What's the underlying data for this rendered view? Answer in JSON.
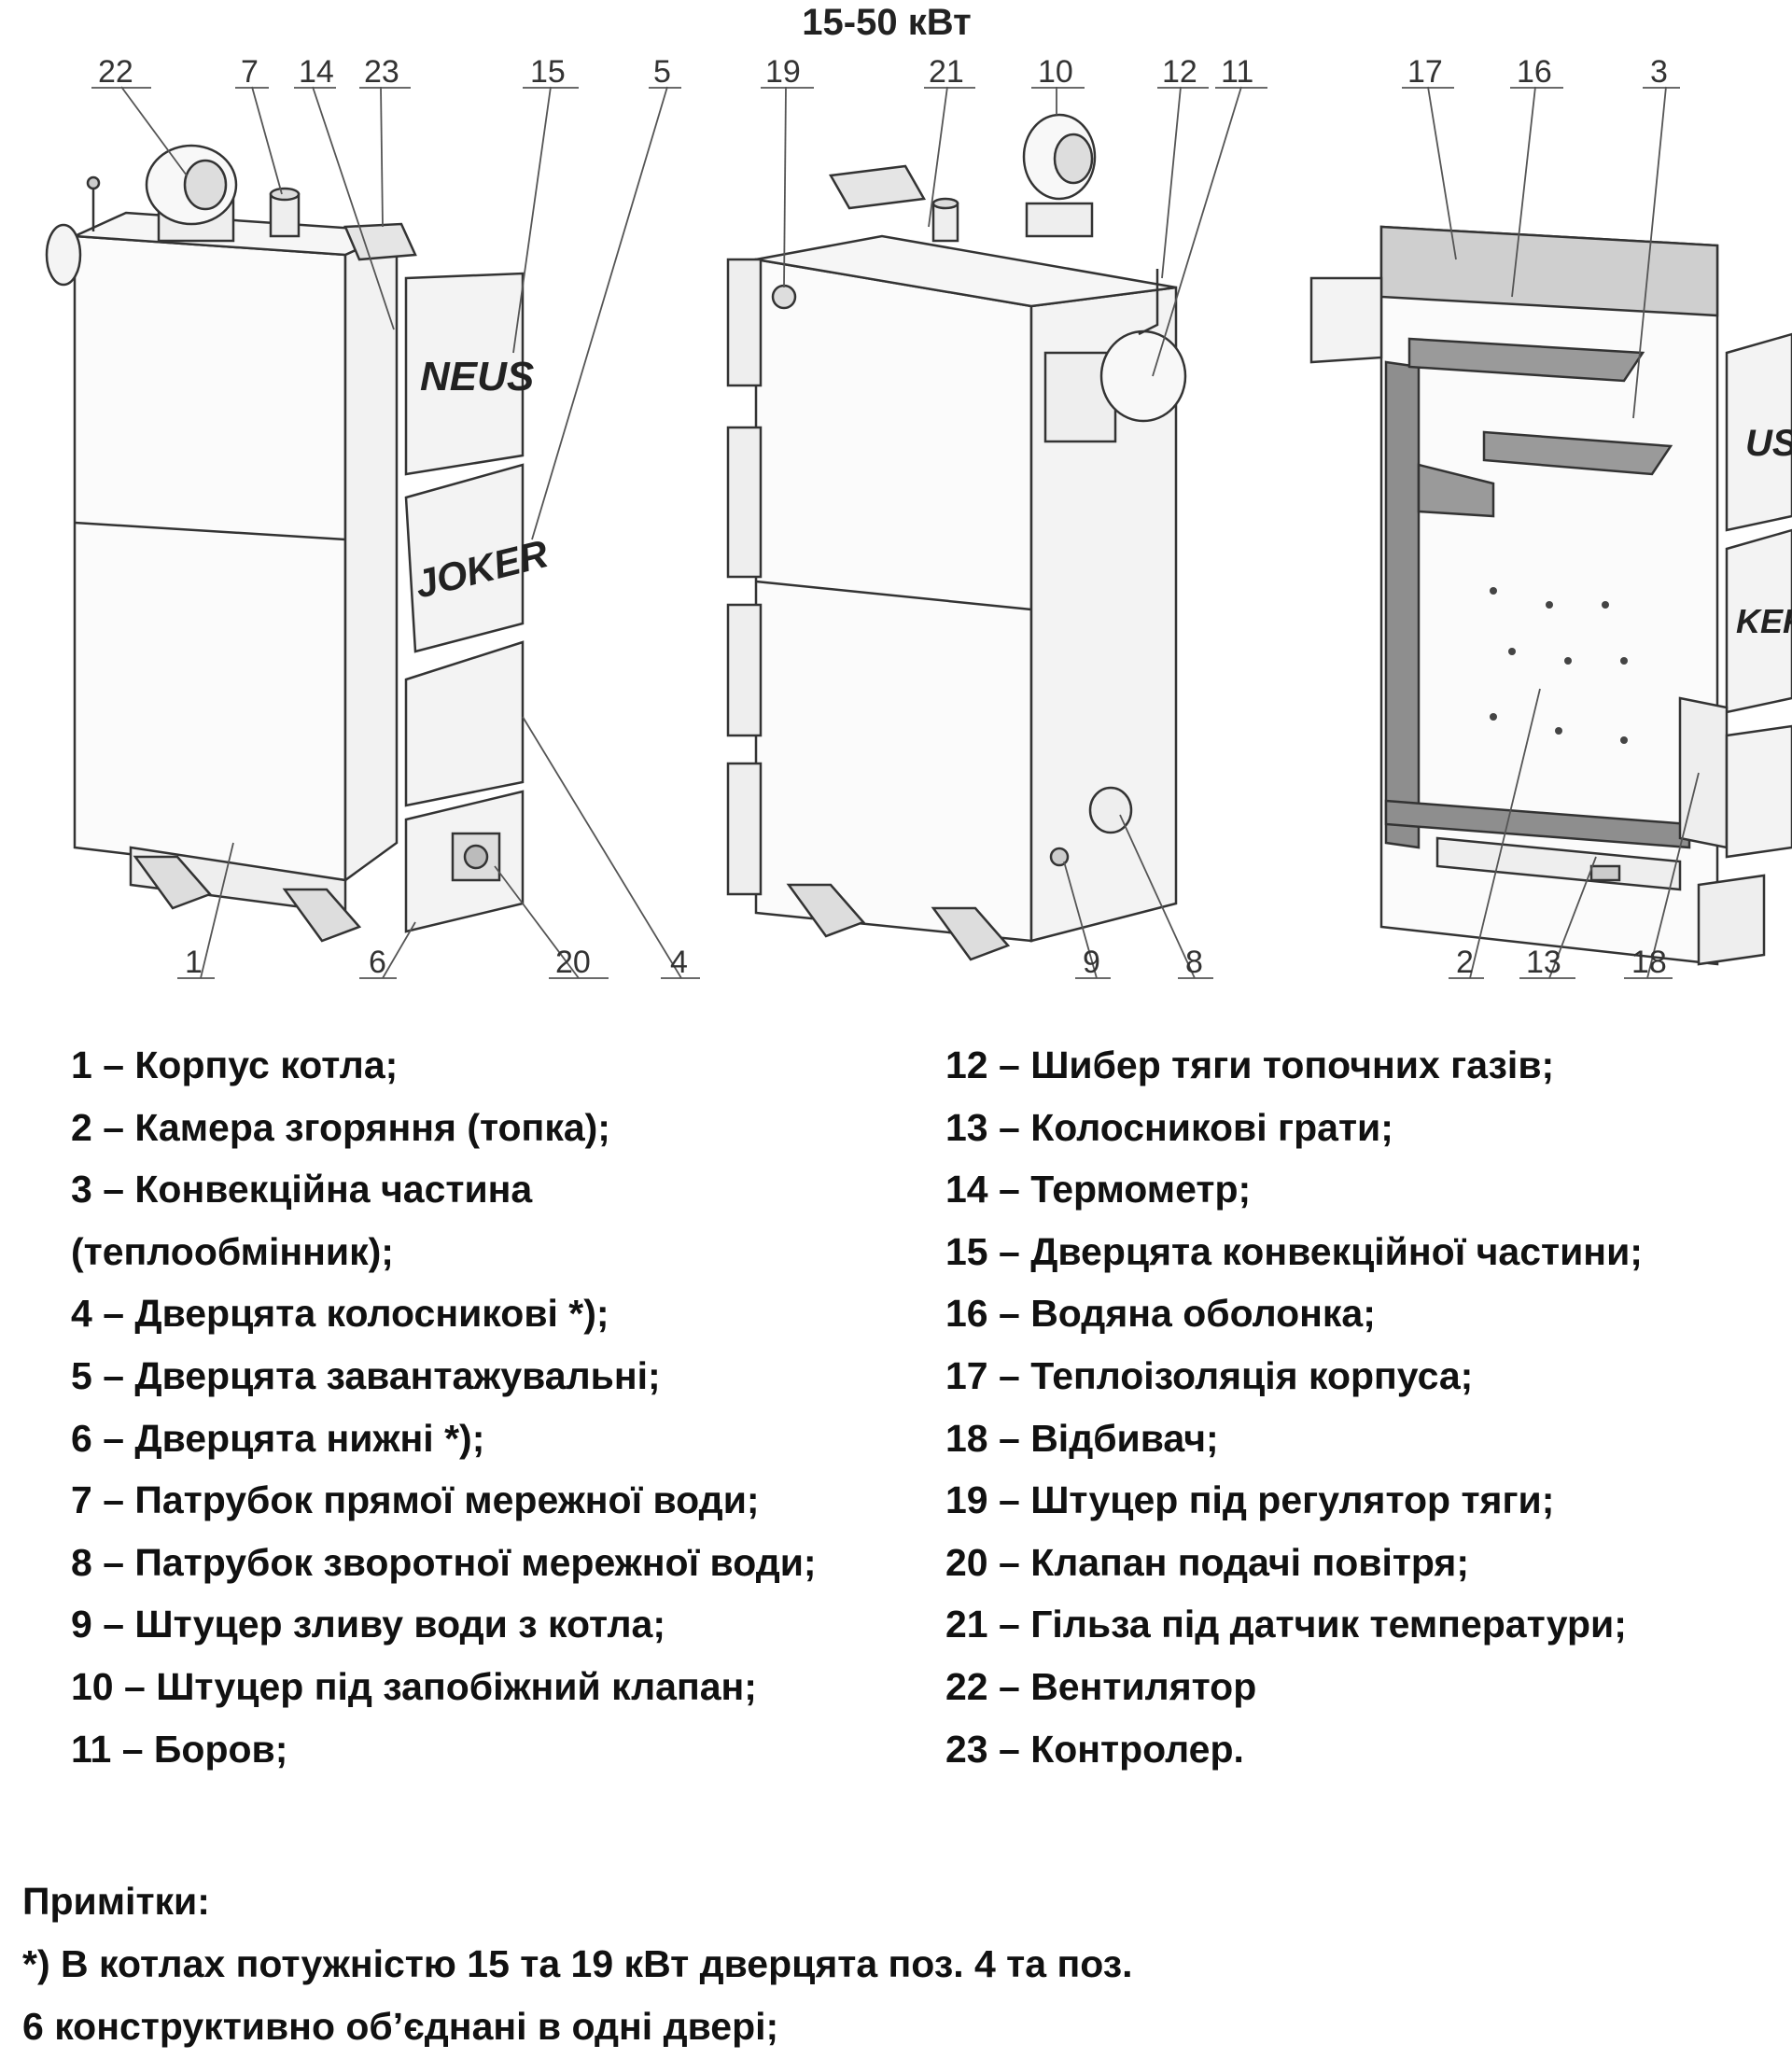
{
  "title": "15-50 кВт",
  "callouts": {
    "v1": [
      "22",
      "7",
      "14",
      "23",
      "15",
      "5",
      "1",
      "6",
      "20",
      "4"
    ],
    "v2": [
      "19",
      "21",
      "10",
      "12",
      "11",
      "9",
      "8"
    ],
    "v3": [
      "17",
      "16",
      "3",
      "2",
      "13",
      "18"
    ]
  },
  "logos": {
    "neus": "NEUS",
    "joker": "JOKER",
    "us_cut": "US",
    "ker_cut": "KER"
  },
  "legend_left": [
    "1 – Корпус котла;",
    "2 – Камера згоряння (топка);",
    "3 – Конвекційна частина",
    "(теплообмінник);",
    "4 – Дверцята колосникові *);",
    "5 – Дверцята завантажувальні;",
    "6 – Дверцята нижні *);",
    "7 – Патрубок прямої мережної води;",
    "8 – Патрубок зворотної мережної води;",
    "9 – Штуцер зливу води з котла;",
    "10 – Штуцер під запобіжний клапан;",
    "11 – Боров;"
  ],
  "legend_right": [
    "12 – Шибер тяги топочних газів;",
    "13 – Колосникові грати;",
    "14 – Термометр;",
    "15 – Дверцята конвекційної частини;",
    "16 – Водяна оболонка;",
    "17 – Теплоізоляція корпуса;",
    "18 – Відбивач;",
    "19 – Штуцер під регулятор тяги;",
    "20 – Клапан подачі повітря;",
    "21 – Гільза під датчик температури;",
    "22 – Вентилятор",
    "23 – Контролер."
  ],
  "notes": {
    "heading": "Примітки:",
    "line1": "*) В котлах потужністю 15 та 19 кВт дверцята поз. 4 та поз.",
    "line2": "6 конструктивно об’єднані в одні двері;"
  }
}
